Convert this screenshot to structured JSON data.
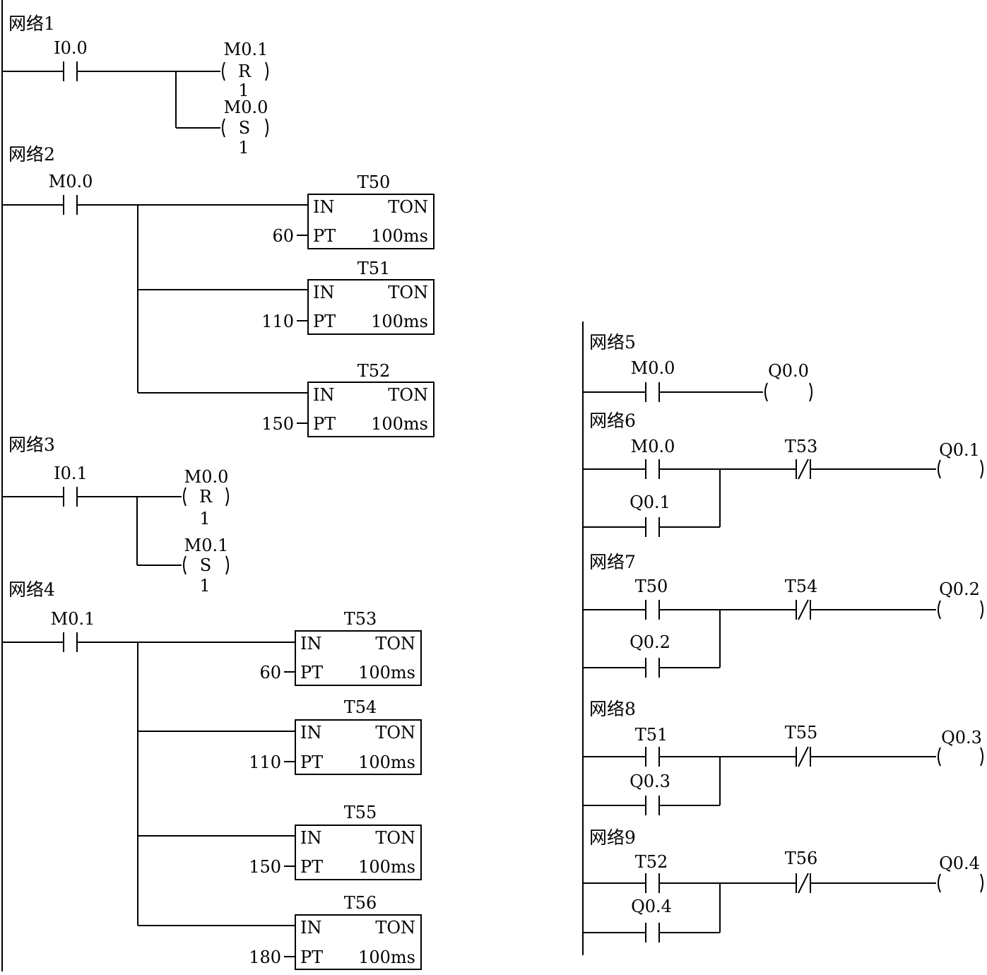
{
  "networks": [
    {
      "label": "网络1",
      "contact": {
        "name": "I0.0",
        "type": "NO"
      },
      "coils": [
        {
          "name": "M0.1",
          "op": "R",
          "count": "1"
        },
        {
          "name": "M0.0",
          "op": "S",
          "count": "1"
        }
      ]
    },
    {
      "label": "网络2",
      "contact": {
        "name": "M0.0",
        "type": "NO"
      },
      "timers": [
        {
          "name": "T50",
          "type": "TON",
          "in": "IN",
          "pt_label": "PT",
          "pt": "60",
          "res": "100ms"
        },
        {
          "name": "T51",
          "type": "TON",
          "in": "IN",
          "pt_label": "PT",
          "pt": "110",
          "res": "100ms"
        },
        {
          "name": "T52",
          "type": "TON",
          "in": "IN",
          "pt_label": "PT",
          "pt": "150",
          "res": "100ms"
        }
      ]
    },
    {
      "label": "网络3",
      "contact": {
        "name": "I0.1",
        "type": "NO"
      },
      "coils": [
        {
          "name": "M0.0",
          "op": "R",
          "count": "1"
        },
        {
          "name": "M0.1",
          "op": "S",
          "count": "1"
        }
      ]
    },
    {
      "label": "网络4",
      "contact": {
        "name": "M0.1",
        "type": "NO"
      },
      "timers": [
        {
          "name": "T53",
          "type": "TON",
          "in": "IN",
          "pt_label": "PT",
          "pt": "60",
          "res": "100ms"
        },
        {
          "name": "T54",
          "type": "TON",
          "in": "IN",
          "pt_label": "PT",
          "pt": "110",
          "res": "100ms"
        },
        {
          "name": "T55",
          "type": "TON",
          "in": "IN",
          "pt_label": "PT",
          "pt": "150",
          "res": "100ms"
        },
        {
          "name": "T56",
          "type": "TON",
          "in": "IN",
          "pt_label": "PT",
          "pt": "180",
          "res": "100ms"
        }
      ]
    },
    {
      "label": "网络5",
      "contact": {
        "name": "M0.0",
        "type": "NO"
      },
      "coil": {
        "name": "Q0.0"
      }
    },
    {
      "label": "网络6",
      "contact": {
        "name": "M0.0",
        "type": "NO"
      },
      "parallel": {
        "name": "Q0.1",
        "type": "NO"
      },
      "nc": {
        "name": "T53",
        "type": "NC"
      },
      "coil": {
        "name": "Q0.1"
      }
    },
    {
      "label": "网络7",
      "contact": {
        "name": "T50",
        "type": "NO"
      },
      "parallel": {
        "name": "Q0.2",
        "type": "NO"
      },
      "nc": {
        "name": "T54",
        "type": "NC"
      },
      "coil": {
        "name": "Q0.2"
      }
    },
    {
      "label": "网络8",
      "contact": {
        "name": "T51",
        "type": "NO"
      },
      "parallel": {
        "name": "Q0.3",
        "type": "NO"
      },
      "nc": {
        "name": "T55",
        "type": "NC"
      },
      "coil": {
        "name": "Q0.3"
      }
    },
    {
      "label": "网络9",
      "contact": {
        "name": "T52",
        "type": "NO"
      },
      "parallel": {
        "name": "Q0.4",
        "type": "NO"
      },
      "nc": {
        "name": "T56",
        "type": "NC"
      },
      "coil": {
        "name": "Q0.4"
      }
    }
  ]
}
